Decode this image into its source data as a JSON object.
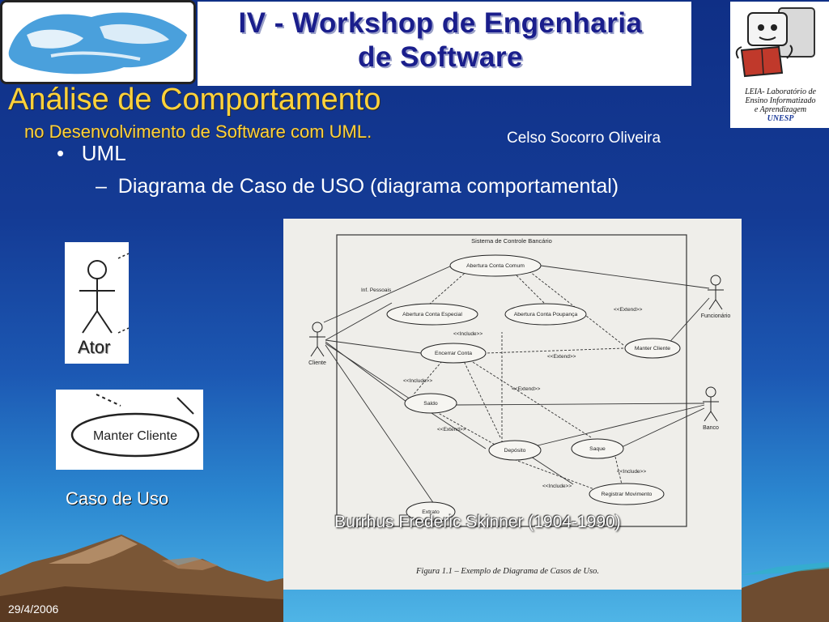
{
  "header": {
    "banner_title": "IV - Workshop de Engenharia de Software",
    "banner_line1": "IV - Workshop de Engenharia",
    "banner_line2": "de Software",
    "leia_line1": "LEIA- Laboratório de",
    "leia_line2": "Ensino Informatizado",
    "leia_line3": "e Aprendizagem",
    "leia_unesp": "UNESP"
  },
  "slide": {
    "title": "Análise de Comportamento",
    "subtitle": "no Desenvolvimento de Software com UML.",
    "author": "Celso Socorro Oliveira",
    "bullet": "UML",
    "sub_bullet": "Diagrama de Caso de USO (diagrama comportamental)",
    "actor_label": "Ator",
    "use_case_label": "Manter Cliente",
    "use_case_caption": "Caso de Uso",
    "overlay_caption": "Burrhus Frederic Skinner  (1904-1990)",
    "date": "29/4/2006"
  },
  "diagram": {
    "system_title": "Sistema de Controle Bancário",
    "actors": {
      "cliente": "Cliente",
      "funcionario": "Funcionário",
      "banco": "Banco"
    },
    "use_cases": {
      "abertura_comum": "Abertura Conta Comum",
      "abertura_especial": "Abertura Conta Especial",
      "abertura_poupanca": "Abertura Conta Poupança",
      "encerrar": "Encerrar Conta",
      "manter": "Manter Cliente",
      "saldo": "Saldo",
      "deposito": "Depósito",
      "saque": "Saque",
      "registrar": "Registrar Movimento",
      "extrato": "Extrato"
    },
    "labels": {
      "inf_pessoais": "Inf. Pessoais",
      "extend": "<<Extend>>",
      "include": "<<Include>>"
    },
    "figure_caption": "Figura 1.1 – Exemplo de Diagrama de Casos de Uso."
  }
}
